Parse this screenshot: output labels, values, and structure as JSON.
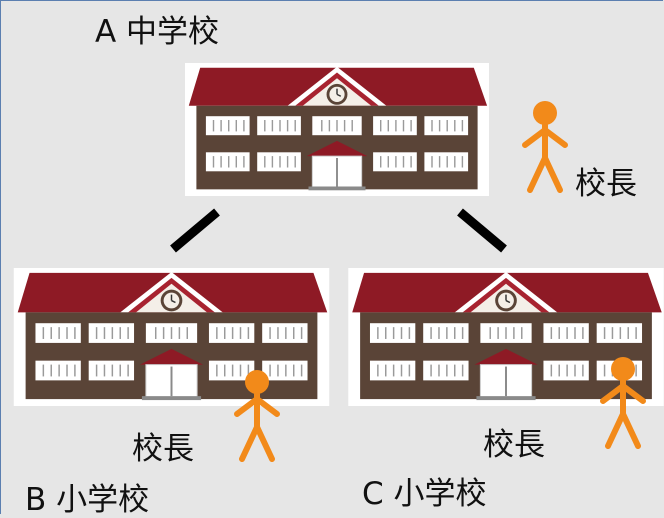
{
  "schools": {
    "top": {
      "label": "A 中学校"
    },
    "left": {
      "label": "B 小学校"
    },
    "right": {
      "label": "C 小学校"
    }
  },
  "principal_label": "校長",
  "colors": {
    "roof": "#8e1a25",
    "wall": "#5a4437",
    "person": "#f28a1a",
    "background": "#e6e6e6"
  }
}
